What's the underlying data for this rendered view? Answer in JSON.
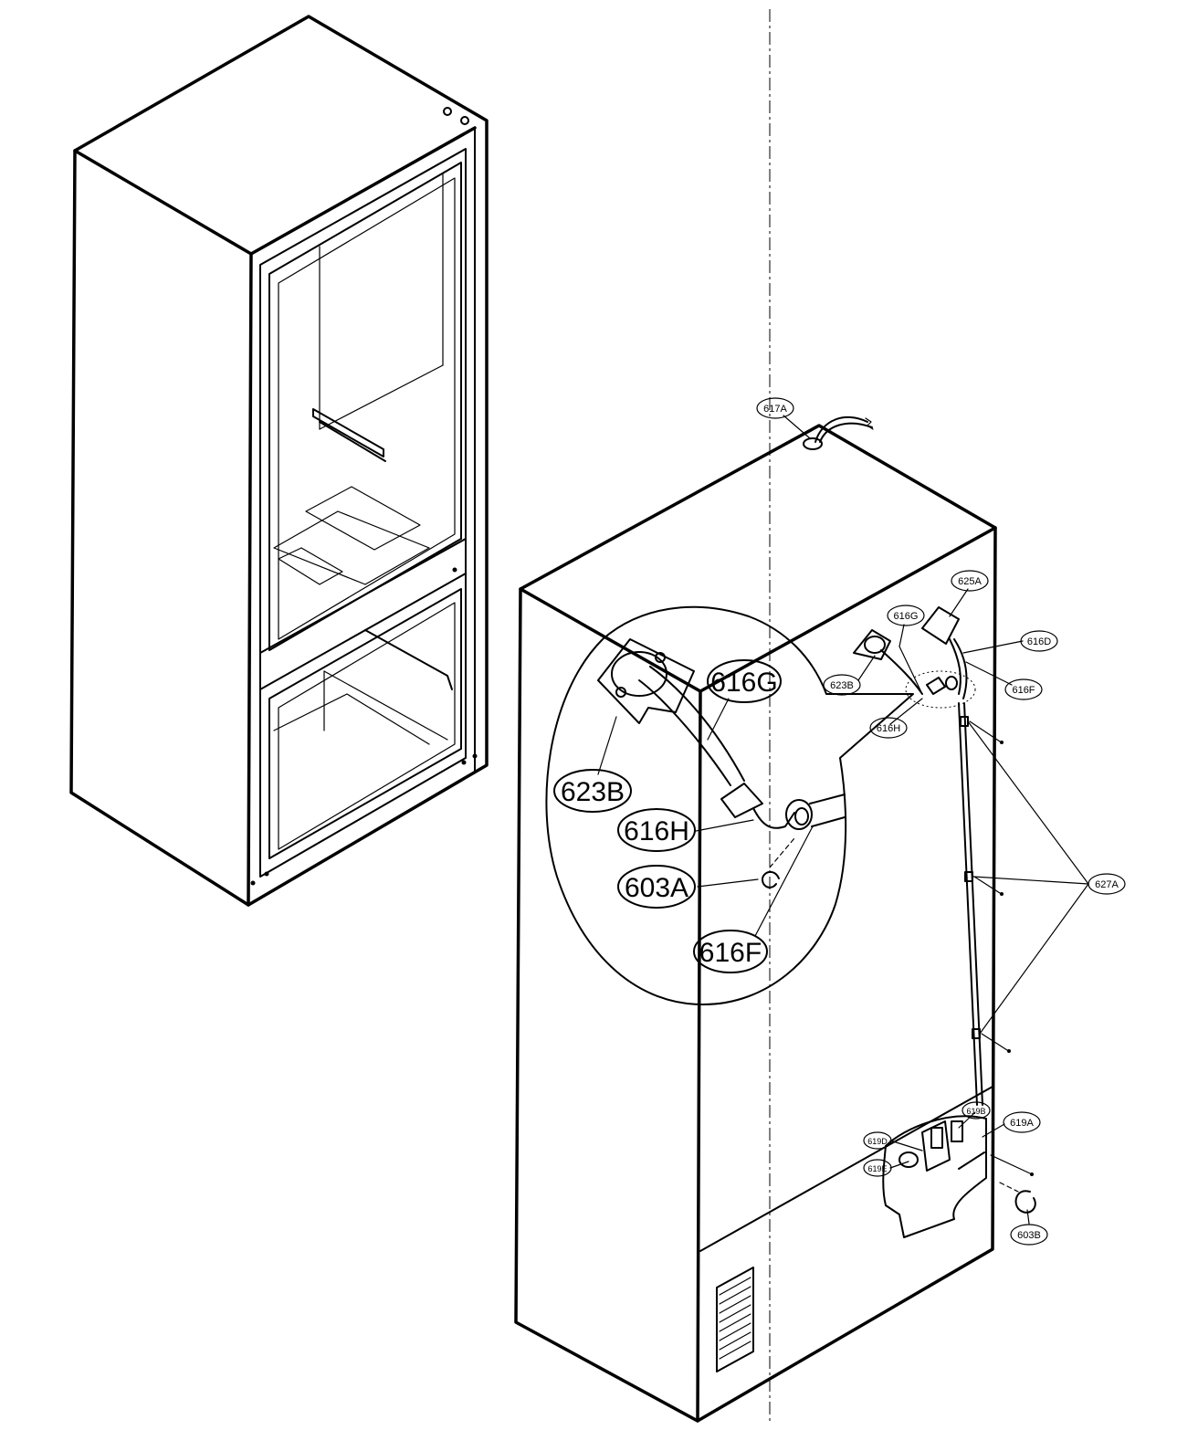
{
  "callouts": {
    "c_617A": "617A",
    "c_625A": "625A",
    "c_616G_small": "616G",
    "c_616D": "616D",
    "c_616F_small": "616F",
    "c_623B_small": "623B",
    "c_616H_small": "616H",
    "c_627A": "627A",
    "c_619B": "619B",
    "c_619A": "619A",
    "c_619D": "619D",
    "c_619E": "619E",
    "c_603B": "603B",
    "c_616G_big": "616G",
    "c_623B_big": "623B",
    "c_616H_big": "616H",
    "c_603A_big": "603A",
    "c_616F_big": "616F"
  }
}
